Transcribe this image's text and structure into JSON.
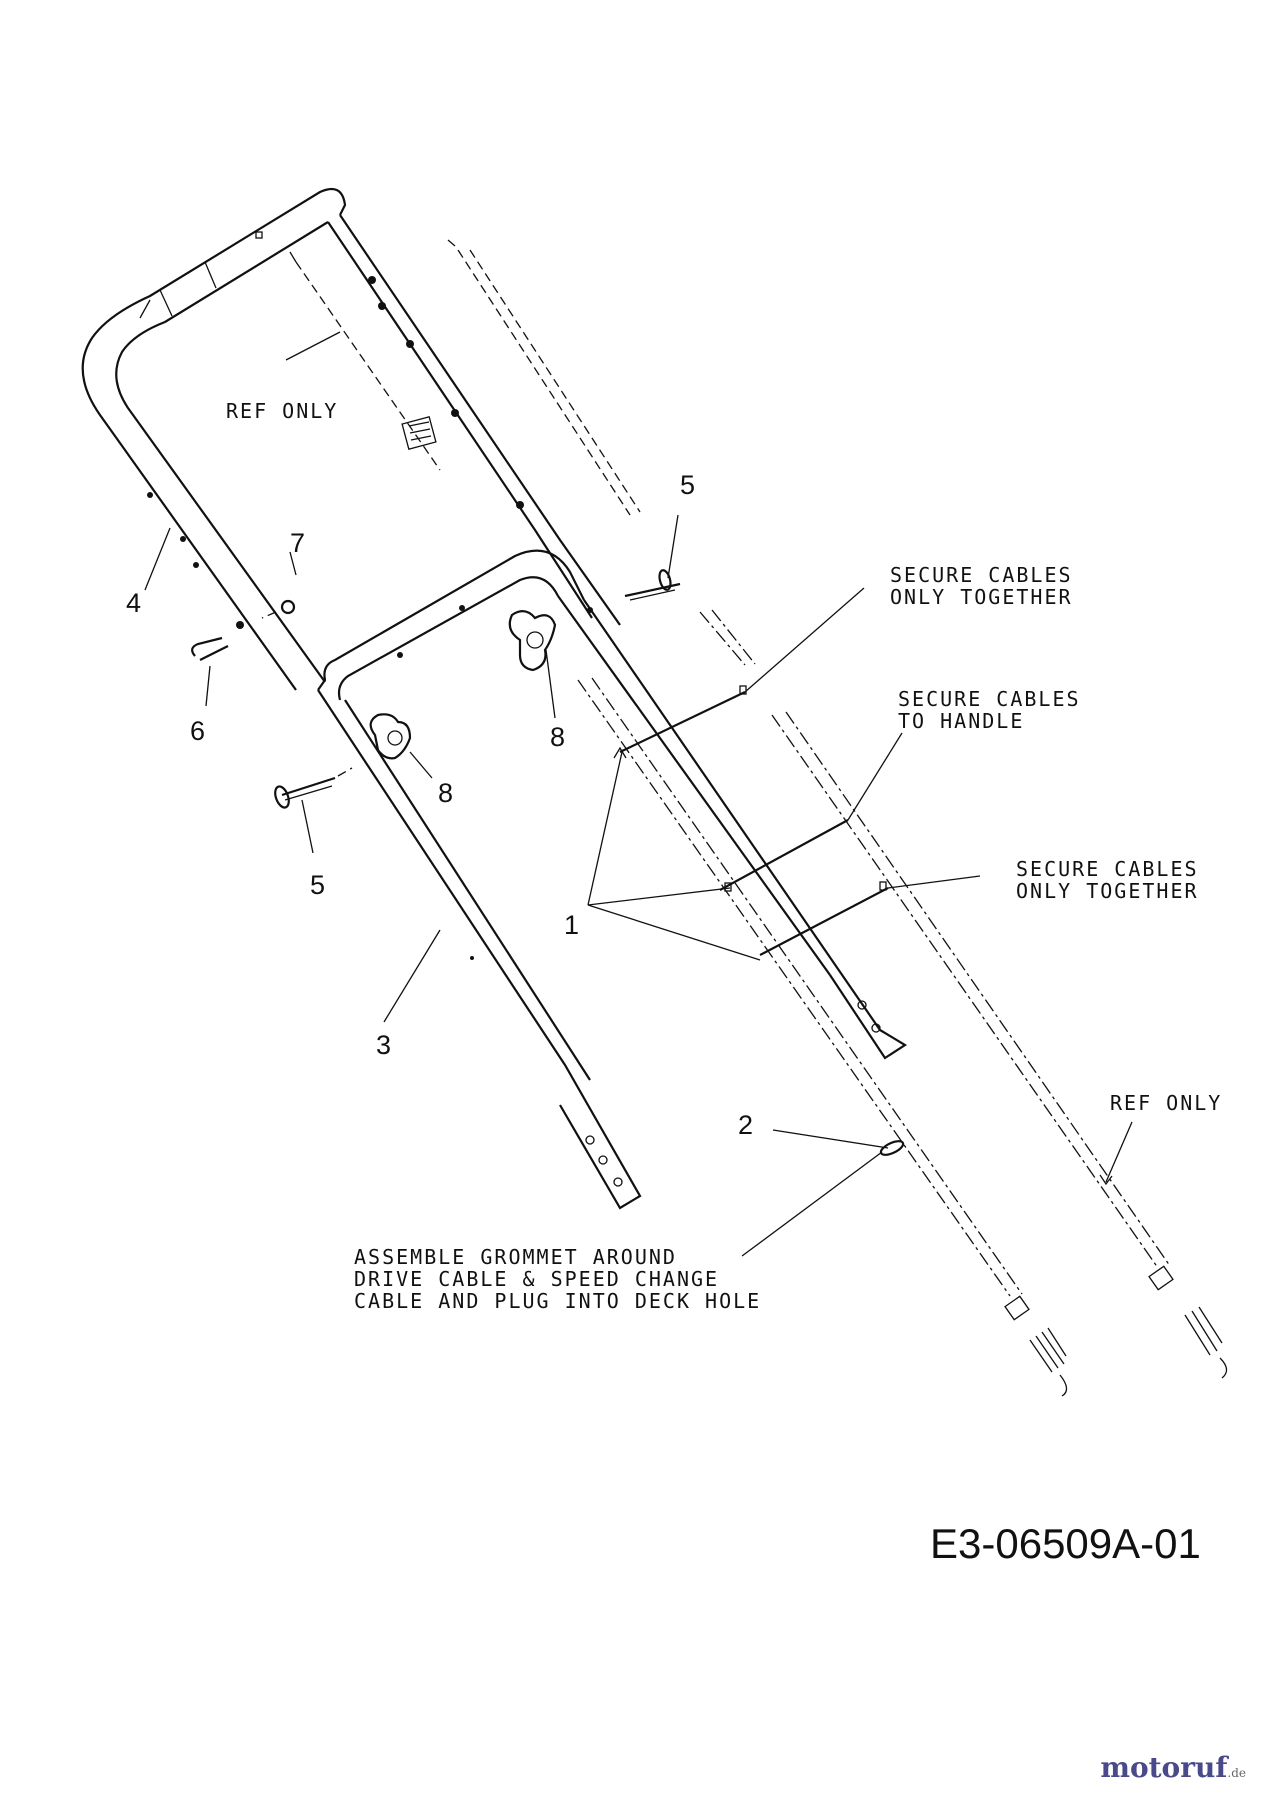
{
  "diagram": {
    "drawing_code": "E3-06509A-01",
    "notes": {
      "ref_only_upper": "REF ONLY",
      "ref_only_lower": "REF ONLY",
      "secure_together_1": [
        "SECURE CABLES",
        "ONLY TOGETHER"
      ],
      "secure_handle": [
        "SECURE CABLES",
        "TO HANDLE"
      ],
      "secure_together_2": [
        "SECURE CABLES",
        "ONLY TOGETHER"
      ],
      "grommet": [
        "ASSEMBLE GROMMET AROUND",
        "DRIVE CABLE & SPEED CHANGE",
        "CABLE AND PLUG INTO DECK HOLE"
      ]
    },
    "callouts": {
      "c1": "1",
      "c2": "2",
      "c3": "3",
      "c4": "4",
      "c5a": "5",
      "c5b": "5",
      "c6": "6",
      "c7": "7",
      "c8a": "8",
      "c8b": "8"
    }
  },
  "watermark": {
    "brand": "motoruf",
    "tld": ".de",
    "color": "#4a4a8a"
  }
}
